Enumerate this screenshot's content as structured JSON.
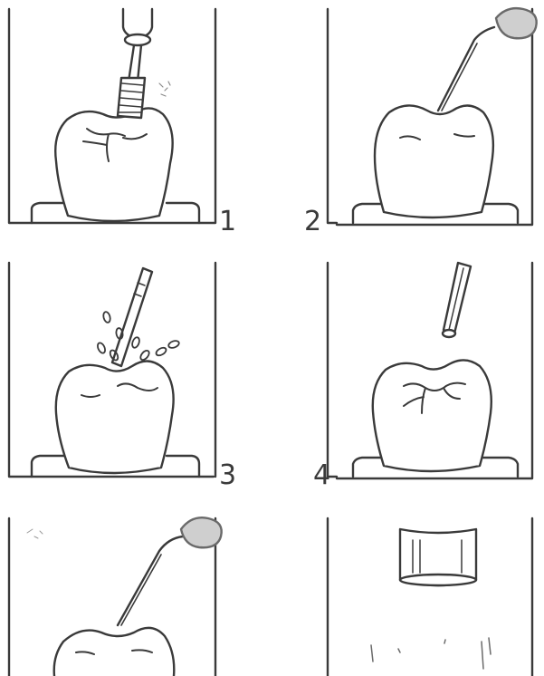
{
  "panels": [
    {
      "number": "1",
      "depicts": "rotary-brush-cleaning-fissure"
    },
    {
      "number": "2",
      "depicts": "applicator-on-occlusal-surface"
    },
    {
      "number": "3",
      "depicts": "water-spray-rinse"
    },
    {
      "number": "4",
      "depicts": "air-drying-tooth"
    },
    {
      "number": "",
      "depicts": "applicator-on-occlusal-surface"
    },
    {
      "number": "",
      "depicts": "cylinder-capsule"
    }
  ],
  "colors": {
    "ink": "#3a3a3a",
    "background": "#ffffff",
    "fill": "#ffffff"
  }
}
